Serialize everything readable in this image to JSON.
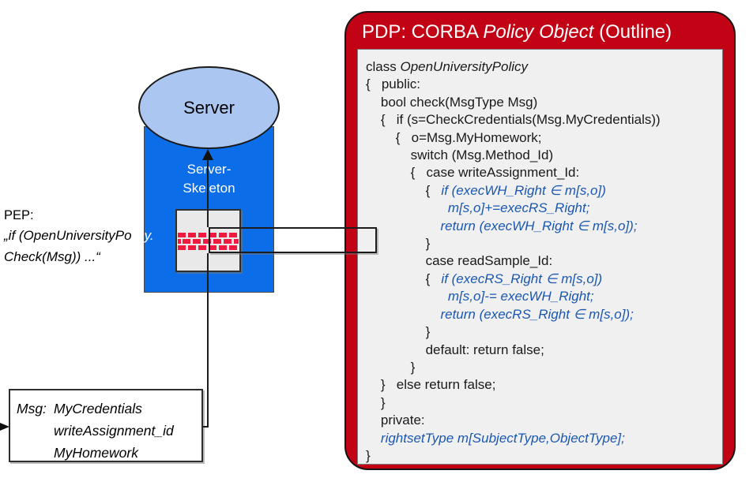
{
  "colors": {
    "pdp_red": "#c10315",
    "server_blue": "#0b6de8",
    "ellipse_blue": "#abc6f0",
    "brick_red": "#f01a40",
    "code_blue": "#1b57b0",
    "panel_gray": "#f0f0f0"
  },
  "pdp": {
    "title_segments": [
      {
        "t": "PDP: CORBA ",
        "s": "p"
      },
      {
        "t": "Policy Object",
        "s": "i"
      },
      {
        "t": " (Outline)",
        "s": "p"
      }
    ],
    "code_lines": [
      [
        {
          "t": "class ",
          "s": "p"
        },
        {
          "t": "OpenUniversityPolicy",
          "s": "i"
        }
      ],
      [
        {
          "t": "{   public:",
          "s": "p"
        }
      ],
      [
        {
          "t": "    bool check(MsgType Msg)",
          "s": "p"
        }
      ],
      [
        {
          "t": "    {   if (s=CheckCredentials(Msg.MyCredentials))",
          "s": "p"
        }
      ],
      [
        {
          "t": "        {   o=Msg.MyHomework;",
          "s": "p"
        }
      ],
      [
        {
          "t": "            switch (Msg.Method_Id)",
          "s": "p"
        }
      ],
      [
        {
          "t": "            {   case writeAssignment_Id:",
          "s": "p"
        }
      ],
      [
        {
          "t": "                {   ",
          "s": "p"
        },
        {
          "t": "if (execWH_Right ∈ m[s,o])",
          "s": "b"
        }
      ],
      [
        {
          "t": "                      ",
          "s": "p"
        },
        {
          "t": "m[s,o]+=execRS_Right;",
          "s": "b"
        }
      ],
      [
        {
          "t": "                    ",
          "s": "p"
        },
        {
          "t": "return (execWH_Right ∈ m[s,o]);",
          "s": "b"
        }
      ],
      [
        {
          "t": "                }",
          "s": "p"
        }
      ],
      [
        {
          "t": "                case readSample_Id:",
          "s": "p"
        }
      ],
      [
        {
          "t": "                {   ",
          "s": "p"
        },
        {
          "t": "if (execRS_Right ∈ m[s,o])",
          "s": "b"
        }
      ],
      [
        {
          "t": "                      ",
          "s": "p"
        },
        {
          "t": "m[s,o]-= execWH_Right;",
          "s": "b"
        }
      ],
      [
        {
          "t": "                    ",
          "s": "p"
        },
        {
          "t": "return (execRS_Right ∈ m[s,o]);",
          "s": "b"
        }
      ],
      [
        {
          "t": "                }",
          "s": "p"
        }
      ],
      [
        {
          "t": "                default: return false;",
          "s": "p"
        }
      ],
      [
        {
          "t": "            }",
          "s": "p"
        }
      ],
      [
        {
          "t": "    }   else return false;",
          "s": "p"
        }
      ],
      [
        {
          "t": "    }",
          "s": "p"
        }
      ],
      [
        {
          "t": "    private:",
          "s": "p"
        }
      ],
      [
        {
          "t": "    ",
          "s": "p"
        },
        {
          "t": "rightsetType m[SubjectType,ObjectType];",
          "s": "b"
        }
      ],
      [
        {
          "t": "}",
          "s": "p"
        }
      ]
    ]
  },
  "server": {
    "label": "Server",
    "skeleton_lines": [
      "Server-",
      "Skeleton"
    ]
  },
  "pep": {
    "label": "PEP:",
    "line2_segments": [
      {
        "t": "„if (OpenUniversityPo",
        "s": "i"
      },
      {
        "t": "licy.",
        "s": "w"
      }
    ],
    "line3": "Check(Msg)) ...“"
  },
  "msg_box": {
    "label": "Msg:",
    "items": [
      "MyCredentials",
      "writeAssignment_id",
      "MyHomework"
    ]
  }
}
